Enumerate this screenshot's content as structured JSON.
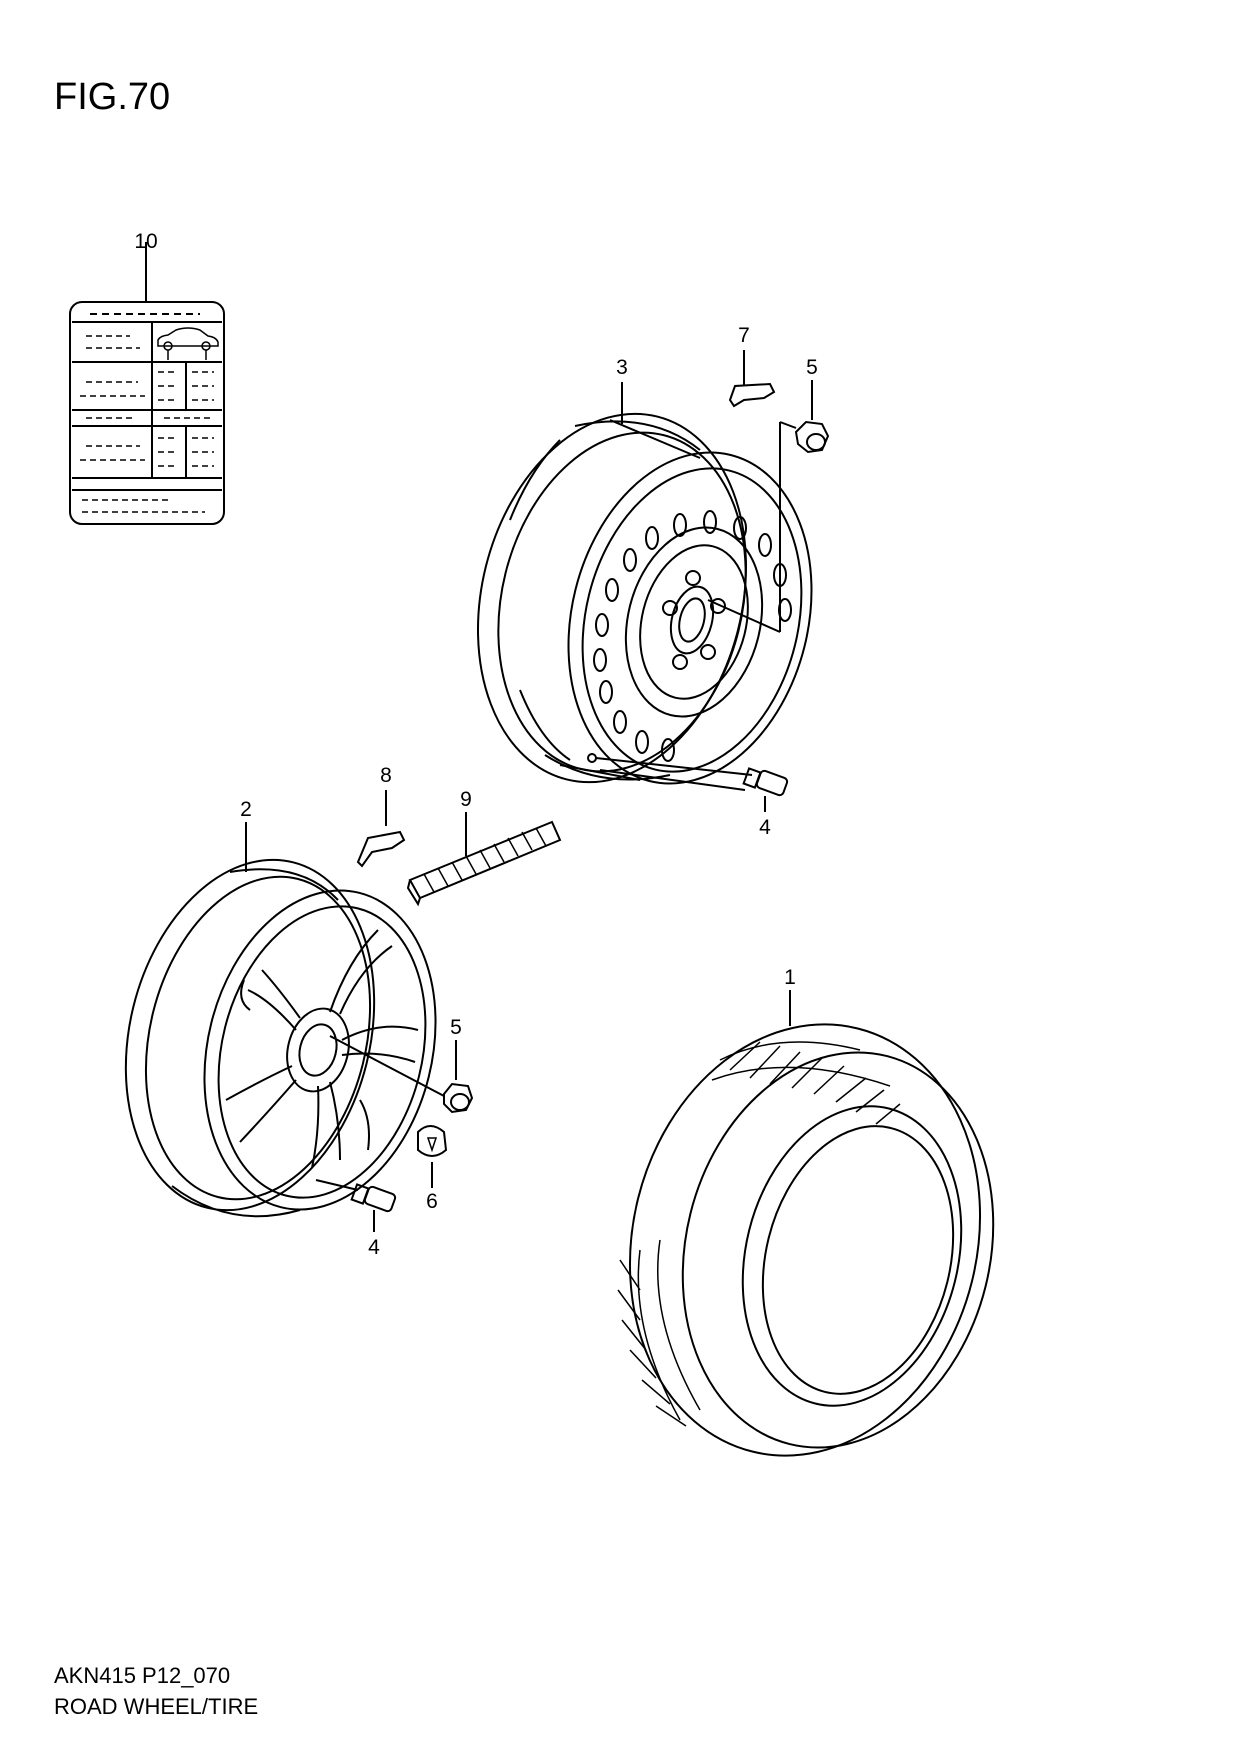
{
  "figure": {
    "title": "FIG.70"
  },
  "callouts": {
    "tire": "1",
    "alloy_wheel": "2",
    "steel_wheel": "3",
    "valve_steel": "4",
    "valve_alloy": "4",
    "nut_steel": "5",
    "nut_alloy": "5",
    "center_cap": "6",
    "weight_clip_steel": "7",
    "weight_clip_alloy": "8",
    "adhesive_weight": "9",
    "tire_label": "10"
  },
  "footer": {
    "code": "AKN415 P12_070",
    "title": "ROAD WHEEL/TIRE"
  }
}
